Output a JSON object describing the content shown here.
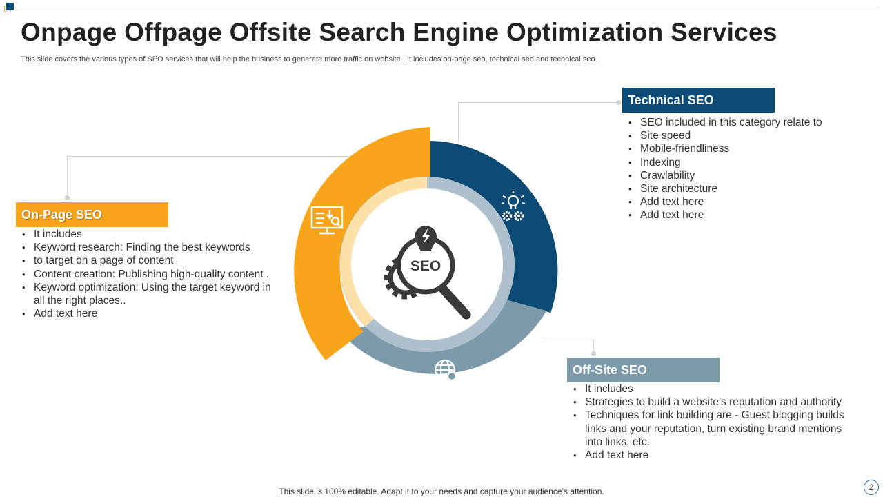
{
  "header": {
    "title": "Onpage Offpage Offsite Search Engine Optimization Services",
    "subtitle": "This slide covers the various types of SEO services that will help the business to generate more traffic on website . It includes on-page seo, technical seo and technical seo."
  },
  "on_page": {
    "title": "On-Page SEO",
    "items": [
      "It includes",
      "Keyword research: Finding the best keywords",
      "to target on a page of content",
      "Content creation: Publishing high-quality content .",
      "Keyword optimization: Using the target keyword in all the right places..",
      "Add text here"
    ]
  },
  "technical": {
    "title": "Technical SEO",
    "items": [
      "SEO included in this category relate to",
      "Site speed",
      "Mobile-friendliness",
      "Indexing",
      "Crawlability",
      "Site architecture",
      "Add text here",
      "Add text here"
    ]
  },
  "off_site": {
    "title": "Off-Site SEO",
    "items": [
      "It includes",
      "Strategies to build a website’s reputation and authority",
      "Techniques for link building  are - Guest blogging builds links and your reputation, turn existing brand mentions into links, etc.",
      "Add text here"
    ]
  },
  "center": {
    "label": "SEO"
  },
  "icons": [
    "presentation-chart-icon",
    "lightbulb-gears-icon",
    "globe-search-icon",
    "seo-magnifier-icon"
  ],
  "colors": {
    "orange": "#f8a51b",
    "navy": "#0b4a74",
    "grey_blue": "#7c9aaa",
    "dark_icon": "#3a3a3a"
  },
  "footer": {
    "note": "This slide is 100% editable. Adapt it to your needs and capture your audience’s attention.",
    "page_number": "2"
  }
}
